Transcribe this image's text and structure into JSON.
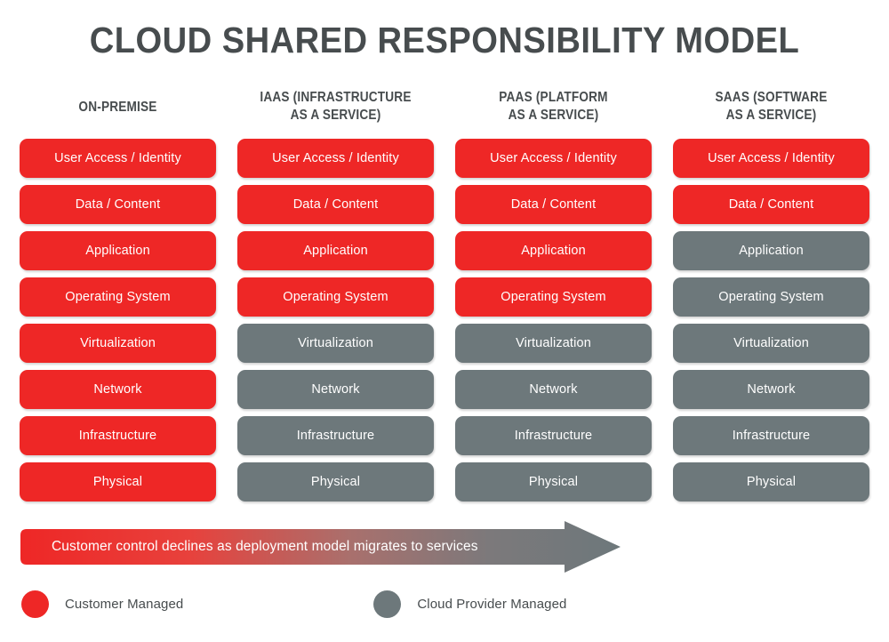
{
  "title": "CLOUD SHARED RESPONSIBILITY MODEL",
  "colors": {
    "customer_managed": "#EE2726",
    "provider_managed": "#6D787B",
    "title_text": "#474C4E",
    "background": "#FFFFFF"
  },
  "columns": [
    {
      "id": "on-premise",
      "label": "ON-PREMISE",
      "multiline": false
    },
    {
      "id": "iaas",
      "label": "IAAS (INFRASTRUCTURE\nAS A SERVICE)",
      "multiline": true
    },
    {
      "id": "paas",
      "label": "PAAS (PLATFORM\nAS A SERVICE)",
      "multiline": true
    },
    {
      "id": "saas",
      "label": "SAAS (SOFTWARE\nAS A SERVICE)",
      "multiline": true
    }
  ],
  "layers": [
    "User Access / Identity",
    "Data / Content",
    "Application",
    "Operating System",
    "Virtualization",
    "Network",
    "Infrastructure",
    "Physical"
  ],
  "matrix": [
    {
      "layer": "User Access / Identity",
      "cells": [
        {
          "column": "on-premise",
          "label": "User Access / Identity",
          "owner": "customer"
        },
        {
          "column": "iaas",
          "label": "User Access / Identity",
          "owner": "customer"
        },
        {
          "column": "paas",
          "label": "User Access / Identity",
          "owner": "customer"
        },
        {
          "column": "saas",
          "label": "User Access / Identity",
          "owner": "customer"
        }
      ]
    },
    {
      "layer": "Data / Content",
      "cells": [
        {
          "column": "on-premise",
          "label": "Data / Content",
          "owner": "customer"
        },
        {
          "column": "iaas",
          "label": "Data / Content",
          "owner": "customer"
        },
        {
          "column": "paas",
          "label": "Data / Content",
          "owner": "customer"
        },
        {
          "column": "saas",
          "label": "Data / Content",
          "owner": "customer"
        }
      ]
    },
    {
      "layer": "Application",
      "cells": [
        {
          "column": "on-premise",
          "label": "Application",
          "owner": "customer"
        },
        {
          "column": "iaas",
          "label": "Application",
          "owner": "customer"
        },
        {
          "column": "paas",
          "label": "Application",
          "owner": "customer"
        },
        {
          "column": "saas",
          "label": "Application",
          "owner": "provider"
        }
      ]
    },
    {
      "layer": "Operating System",
      "cells": [
        {
          "column": "on-premise",
          "label": "Operating System",
          "owner": "customer"
        },
        {
          "column": "iaas",
          "label": "Operating System",
          "owner": "customer"
        },
        {
          "column": "paas",
          "label": "Operating System",
          "owner": "customer"
        },
        {
          "column": "saas",
          "label": "Operating System",
          "owner": "provider"
        }
      ]
    },
    {
      "layer": "Virtualization",
      "cells": [
        {
          "column": "on-premise",
          "label": "Virtualization",
          "owner": "customer"
        },
        {
          "column": "iaas",
          "label": "Virtualization",
          "owner": "provider"
        },
        {
          "column": "paas",
          "label": "Virtualization",
          "owner": "provider"
        },
        {
          "column": "saas",
          "label": "Virtualization",
          "owner": "provider"
        }
      ]
    },
    {
      "layer": "Network",
      "cells": [
        {
          "column": "on-premise",
          "label": "Network",
          "owner": "customer"
        },
        {
          "column": "iaas",
          "label": "Network",
          "owner": "provider"
        },
        {
          "column": "paas",
          "label": "Network",
          "owner": "provider"
        },
        {
          "column": "saas",
          "label": "Network",
          "owner": "provider"
        }
      ]
    },
    {
      "layer": "Infrastructure",
      "cells": [
        {
          "column": "on-premise",
          "label": "Infrastructure",
          "owner": "customer"
        },
        {
          "column": "iaas",
          "label": "Infrastructure",
          "owner": "provider"
        },
        {
          "column": "paas",
          "label": "Infrastructure",
          "owner": "provider"
        },
        {
          "column": "saas",
          "label": "Infrastructure",
          "owner": "provider"
        }
      ]
    },
    {
      "layer": "Physical",
      "cells": [
        {
          "column": "on-premise",
          "label": "Physical",
          "owner": "customer"
        },
        {
          "column": "iaas",
          "label": "Physical",
          "owner": "provider"
        },
        {
          "column": "paas",
          "label": "Physical",
          "owner": "provider"
        },
        {
          "column": "saas",
          "label": "Physical",
          "owner": "provider"
        }
      ]
    }
  ],
  "arrow": {
    "label": "Customer control declines as deployment model migrates to services",
    "gradient_from": "#EE2726",
    "gradient_to": "#6D787B",
    "direction": "right"
  },
  "legend": [
    {
      "id": "customer-managed",
      "label": "Customer Managed",
      "color": "#EE2726"
    },
    {
      "id": "provider-managed",
      "label": "Cloud Provider Managed",
      "color": "#6D787B"
    }
  ]
}
